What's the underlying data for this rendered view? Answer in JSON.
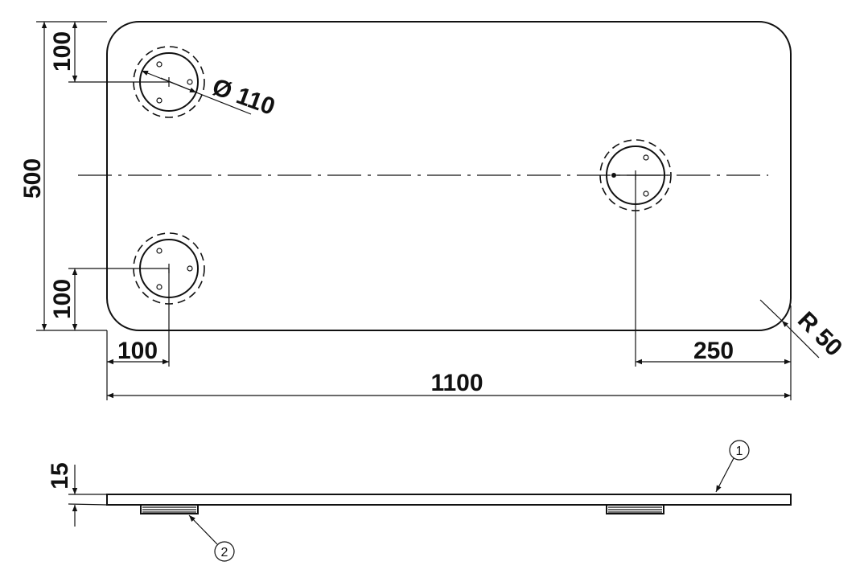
{
  "drawing": {
    "dimensions": {
      "overall_height": "500",
      "top_hole_offset": "100",
      "bottom_hole_offset": "100",
      "left_hole_offset": "100",
      "right_hole_offset": "250",
      "overall_length": "1100",
      "hole_diameter": "Ø 110",
      "corner_radius": "R 50",
      "thickness": "15"
    },
    "balloons": [
      "1",
      "2"
    ]
  }
}
